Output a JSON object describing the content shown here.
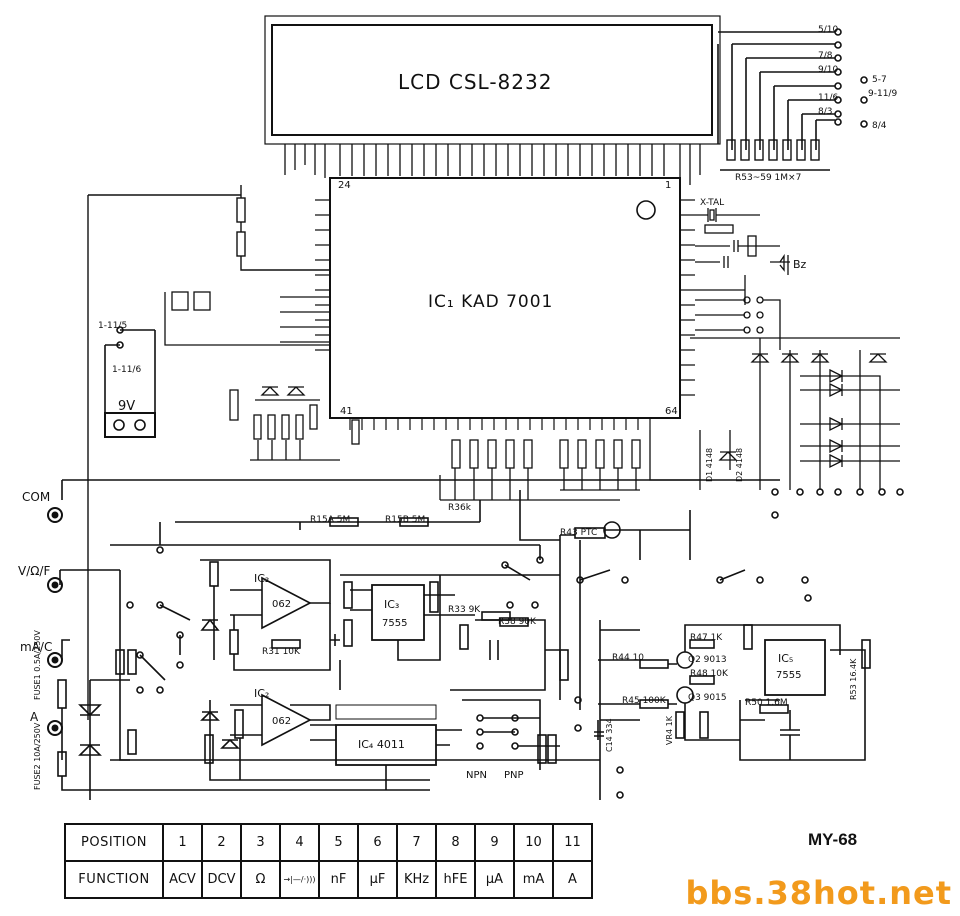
{
  "titles": {
    "lcd": "LCD CSL-8232",
    "ic1": "IC₁ KAD 7001",
    "model": "MY-68",
    "watermark": "bbs.38hot.net"
  },
  "ics": {
    "ic2": "IC₂",
    "ic3": "IC₃",
    "ic4": "IC₄ 4011",
    "ic5": "IC₅",
    "ic2_part": "062",
    "ic3_part": "7555",
    "ic5_part": "7555"
  },
  "terminals": [
    "COM",
    "V/Ω/F",
    "mA/C",
    "A"
  ],
  "labels": {
    "battery": "9V",
    "xtal": "X-TAL",
    "buzzer": "Bz",
    "rs": "R53~59 1M×7",
    "fuse1": "FUSE1 0.5A/250V",
    "fuse2": "FUSE2 10A/250V",
    "npn": "NPN",
    "pnp": "PNP",
    "ptc": "R43 PTC",
    "pin24": "24",
    "pin1": "1",
    "pin41": "41",
    "pin64": "64",
    "sw_5_10": "5/10",
    "sw_7_8": "7/8",
    "sw_9_10": "9/10",
    "sw_11_6": "11/6",
    "sw_8_3": "8/3",
    "sw_5_7": "5-7",
    "sw_9_11": "9-11/9",
    "sw_8_4": "8/4",
    "sw_1_11_5": "1-11/5",
    "sw_1_11_6": "1-11/6",
    "r15a": "R15A 5M",
    "r15b": "R15B 5M",
    "r36k": "R36k",
    "r339k": "R33 9K",
    "r3890k": "R38 90K",
    "r4410": "R44 10",
    "r45100k": "R45 100K",
    "r471k": "R47 1K",
    "r4810k": "R48 10K",
    "r5016m": "R50 1.6M",
    "r5316k": "R53 16.4K",
    "r3110k": "R31 10K",
    "q2": "Q2 9013",
    "q3": "Q3 9015",
    "vr4": "VR4 1K",
    "c14": "C14 334",
    "d1": "D1 4148",
    "d2": "D2 4148"
  },
  "table": {
    "row1_header": "POSITION",
    "row2_header": "FUNCTION",
    "positions": [
      "1",
      "2",
      "3",
      "4",
      "5",
      "6",
      "7",
      "8",
      "9",
      "10",
      "11"
    ],
    "functions": [
      "ACV",
      "DCV",
      "Ω",
      "→|—/·)))",
      "nF",
      "μF",
      "KHz",
      "hFE",
      "μA",
      "mA",
      "A"
    ]
  }
}
